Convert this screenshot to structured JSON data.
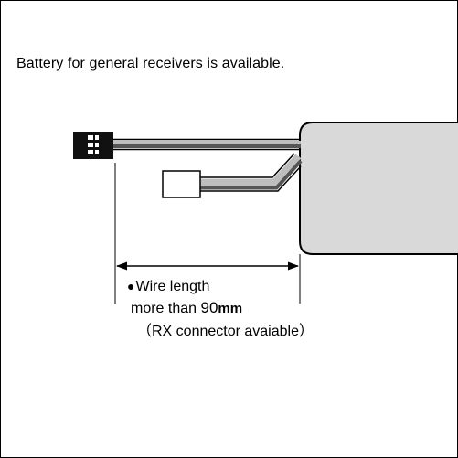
{
  "heading": "Battery for general receivers is available.",
  "wire_label": {
    "bullet": "●",
    "text": "Wire length",
    "line2_prefix": "more than ",
    "line2_value": "90",
    "line2_unit": "mm"
  },
  "note": "（RX connector avaiable）",
  "colors": {
    "battery_fill": "#d9d9d9",
    "wire_light": "#bdbdbd",
    "wire_dark": "#555555",
    "connector": "#111111"
  }
}
